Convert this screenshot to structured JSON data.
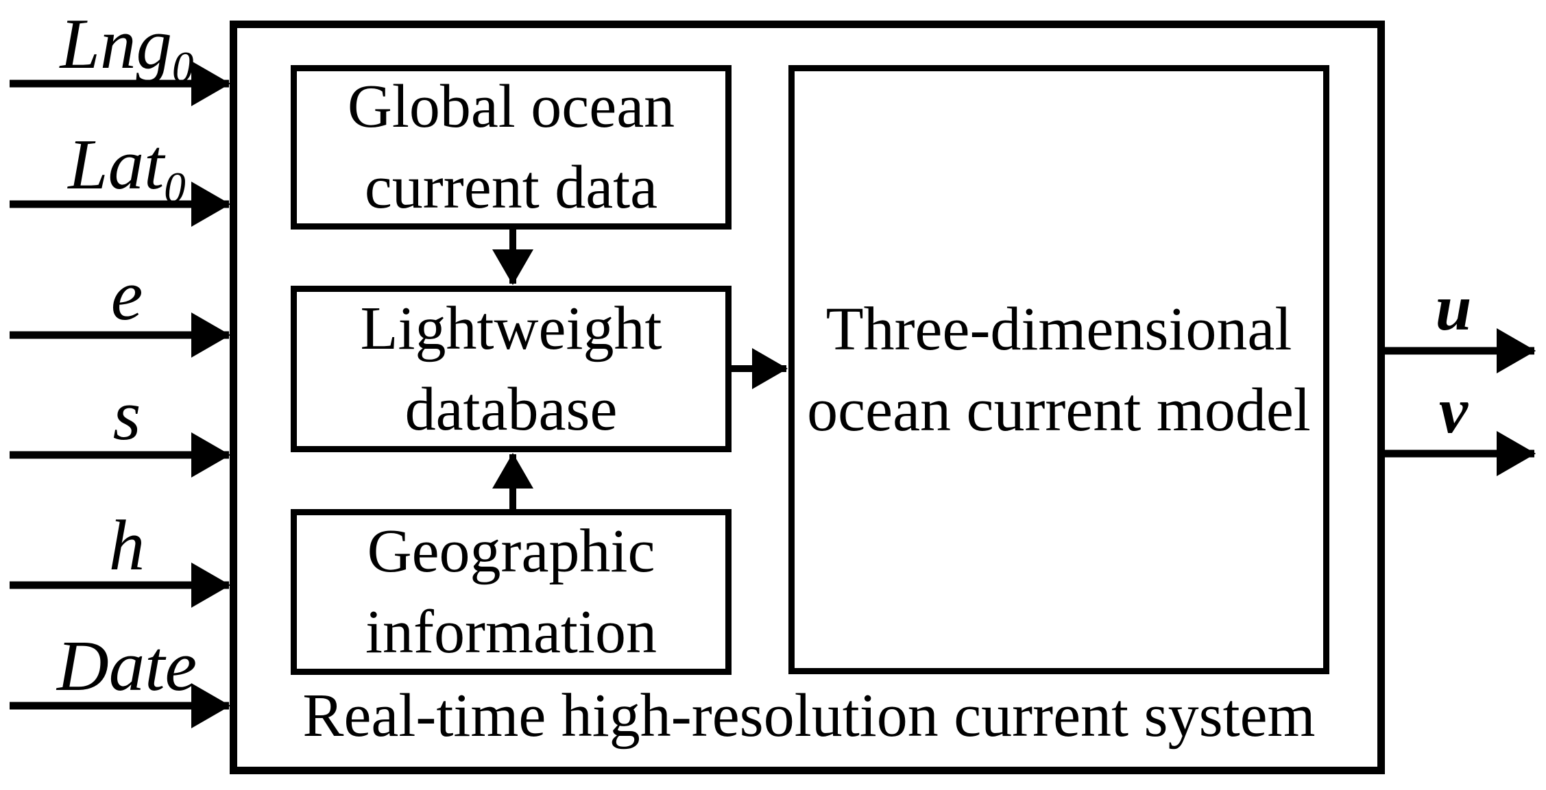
{
  "system_label": "Real-time high-resolution current system",
  "boxes": {
    "global_ocean_current_data": "Global ocean\ncurrent data",
    "lightweight_database": "Lightweight\ndatabase",
    "geographic_information": "Geographic\ninformation",
    "ocean_current_model": "Three-dimensional\nocean current model"
  },
  "inputs": [
    {
      "base": "Lng",
      "sub": "0"
    },
    {
      "base": "Lat",
      "sub": "0"
    },
    {
      "base": "e"
    },
    {
      "base": "s"
    },
    {
      "base": "h"
    },
    {
      "base": "Date"
    }
  ],
  "outputs": [
    {
      "label": "u"
    },
    {
      "label": "v"
    }
  ],
  "colors": {
    "ink": "#000000",
    "background": "#ffffff"
  }
}
